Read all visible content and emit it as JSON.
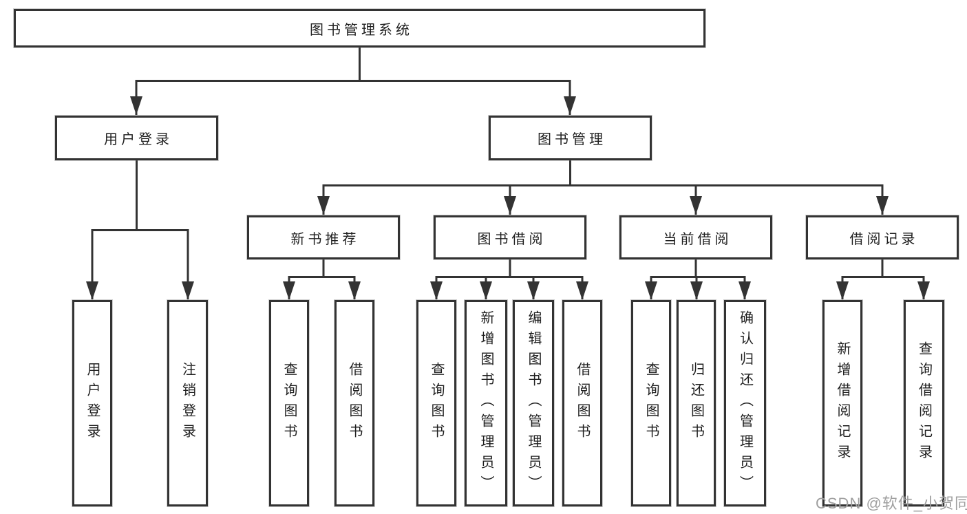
{
  "diagram": {
    "root": {
      "label": "图书管理系统"
    },
    "login": {
      "label": "用户登录",
      "children": [
        {
          "label": "用户登录"
        },
        {
          "label": "注销登录"
        }
      ]
    },
    "management": {
      "label": "图书管理",
      "groups": [
        {
          "label": "新书推荐",
          "children": [
            {
              "label": "查询图书"
            },
            {
              "label": "借阅图书"
            }
          ]
        },
        {
          "label": "图书借阅",
          "children": [
            {
              "label": "查询图书"
            },
            {
              "label": "新增图书（管理员）"
            },
            {
              "label": "编辑图书（管理员）"
            },
            {
              "label": "借阅图书"
            }
          ]
        },
        {
          "label": "当前借阅",
          "children": [
            {
              "label": "查询图书"
            },
            {
              "label": "归还图书"
            },
            {
              "label": "确认归还（管理员）"
            }
          ]
        },
        {
          "label": "借阅记录",
          "children": [
            {
              "label": "新增借阅记录"
            },
            {
              "label": "查询借阅记录"
            }
          ]
        }
      ]
    }
  },
  "colors": {
    "line": "#333333",
    "text": "#1f1f1f",
    "background": "#ffffff",
    "watermark": "#9f9f9f"
  },
  "watermark": "CSDN @软件_小贺同学"
}
